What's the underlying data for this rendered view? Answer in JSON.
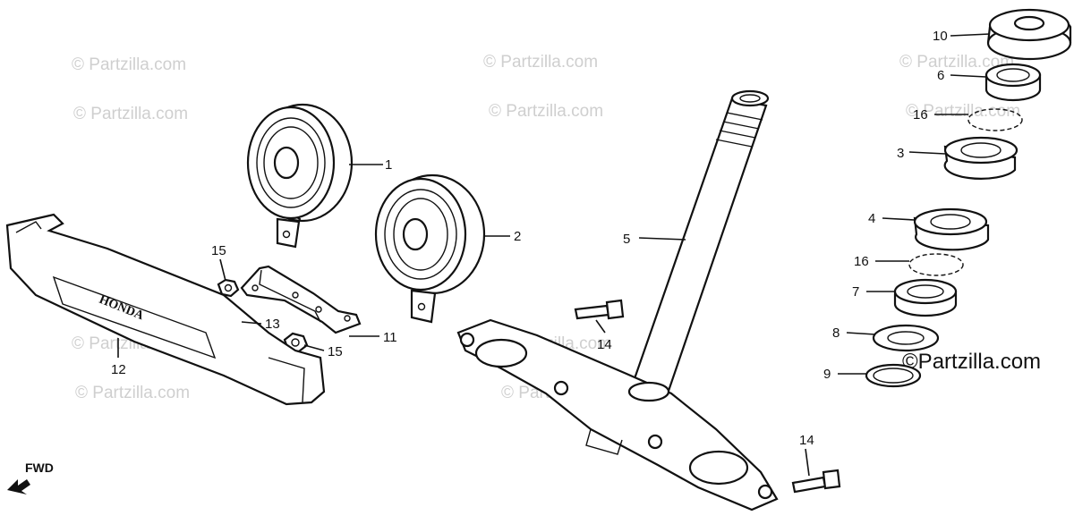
{
  "watermarks": {
    "small": "© Partzilla.com",
    "large": "©Partzilla.com"
  },
  "direction_label": "FWD",
  "emblem_text": "HONDA",
  "callouts": {
    "c1": "1",
    "c2": "2",
    "c3": "3",
    "c4": "4",
    "c5": "5",
    "c6": "6",
    "c7": "7",
    "c8": "8",
    "c9": "9",
    "c10": "10",
    "c11": "11",
    "c12": "12",
    "c13": "13",
    "c14a": "14",
    "c14b": "14",
    "c15a": "15",
    "c15b": "15",
    "c16a": "16",
    "c16b": "16"
  }
}
